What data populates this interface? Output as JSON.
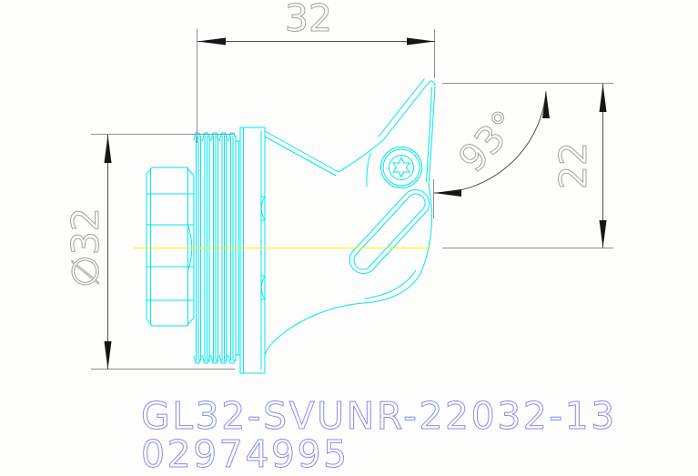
{
  "drawing": {
    "type": "turning-tool-holder side view",
    "colors": {
      "geometry": "#00e7f2",
      "centerline": "#f6f600",
      "dimension_lines": "#4f4f4f",
      "extension_lines": "#909090",
      "dimension_text": "#a2a2a2",
      "label_text": "#8b8cf0",
      "background": "#fdfdfb"
    }
  },
  "dimensions": {
    "width": {
      "value": "32"
    },
    "diameter": {
      "value": "∅32"
    },
    "angle": {
      "value": "93°"
    },
    "cut_height": {
      "value": "22"
    }
  },
  "labels": {
    "part_number": "GL32-SVUNR-22032-13",
    "order_number": "02974995"
  }
}
